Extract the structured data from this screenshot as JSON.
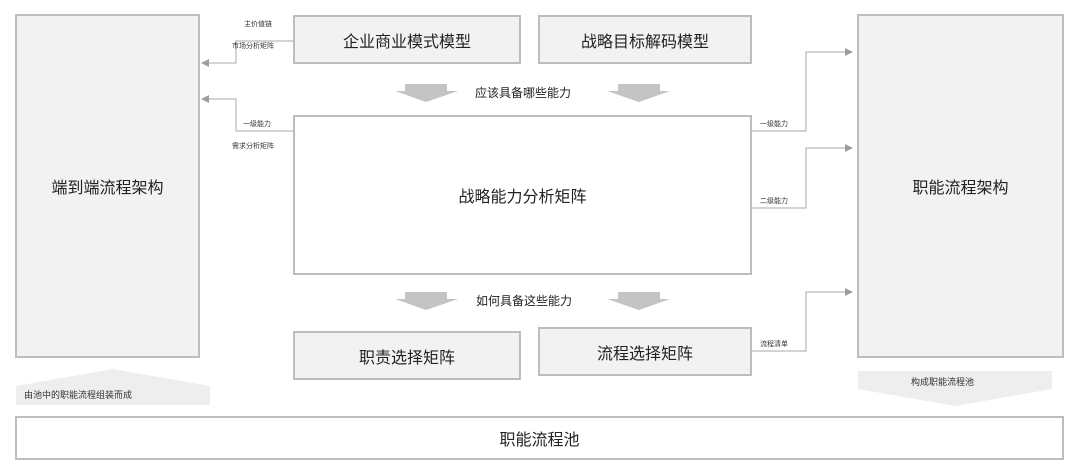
{
  "left_panel": {
    "title": "端到端流程架构",
    "footer": "由池中的职能流程组装而成"
  },
  "right_panel": {
    "title": "职能流程架构",
    "footer": "构成职能流程池"
  },
  "top_boxes": {
    "business_model": "企业商业模式模型",
    "strategy_model": "战略目标解码模型"
  },
  "center_box": {
    "title": "战略能力分析矩阵"
  },
  "bottom_boxes": {
    "duty_matrix": "职责选择矩阵",
    "process_matrix": "流程选择矩阵"
  },
  "mid_labels": {
    "should_have": "应该具备哪些能力",
    "how_to_have": "如何具备这些能力"
  },
  "edge_labels": {
    "value_chain": "主价值链",
    "market_matrix": "市场分析矩阵",
    "level1_left": "一级能力",
    "demand_matrix": "需求分析矩阵",
    "level1_right": "一级能力",
    "level2_right": "二级能力",
    "process_list": "流程清单"
  },
  "pool": {
    "title": "职能流程池"
  }
}
